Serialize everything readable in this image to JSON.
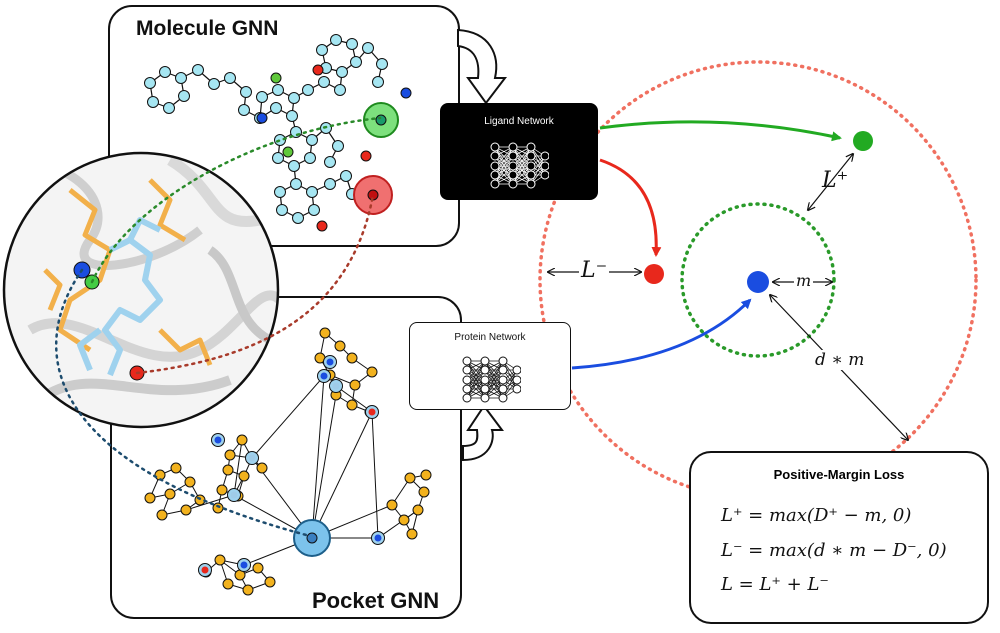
{
  "molecule_panel": {
    "title": "Molecule GNN"
  },
  "pocket_panel": {
    "title": "Pocket GNN"
  },
  "ligand_network": {
    "label": "Ligand Network"
  },
  "protein_network": {
    "label": "Protein Network"
  },
  "labels": {
    "l_plus": "L⁺",
    "l_minus": "L⁻",
    "m": "m",
    "dm": "d ∗ m"
  },
  "loss_box": {
    "title": "Positive-Margin Loss",
    "eq1": "L⁺ = max(D⁺ − m, 0)",
    "eq2": "L⁻ = max(d ∗ m − D⁻, 0)",
    "eq3": "L = L⁺ + L⁻"
  },
  "colors": {
    "positive": "#22aa22",
    "negative": "#e8281c",
    "protein": "#1a4de0",
    "outer_circle": "#f07060",
    "inner_circle": "#2a9a2a",
    "atom_fill": "#a6e6f2",
    "pocket_node": "#f2b21e"
  }
}
